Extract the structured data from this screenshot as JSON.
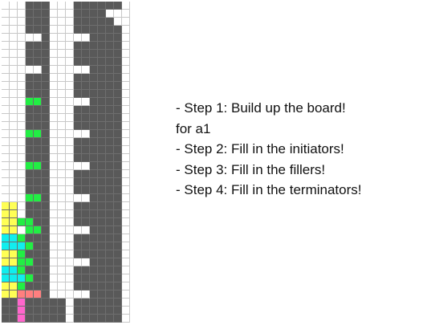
{
  "board": {
    "cols": 16,
    "rows": 40,
    "legend": {
      "w": "#ffffff",
      "d": "#595959",
      "g": "#22ee44",
      "y": "#ffff55",
      "c": "#11eeee",
      "s": "#ff7f7f",
      "m": "#ff66cc"
    },
    "grid": [
      "wwwdddwwwddddddw",
      "wwwdddwwwddddwww",
      "wwwdddwwwdddddww",
      "wwwdddwwwddddddw",
      "wwwwwdwwwwwddddw",
      "wwwdddwwwddddddw",
      "wwwdddwwwddddddw",
      "wwwdddwwwddddddw",
      "wwwwwdwwwwwddddw",
      "wwwdddwwwddddddw",
      "wwwdddwwwddddddw",
      "wwwdddwwwddddddw",
      "wwwggdwwwwwddddw",
      "wwwdddwwwddddddw",
      "wwwdddwwwddddddw",
      "wwwdddwwwddddddw",
      "wwwggdwwwwwddddw",
      "wwwdddwwwddddddw",
      "wwwdddwwwddddddw",
      "wwwdddwwwddddddw",
      "wwwggdwwwwwddddw",
      "wwwdddwwwddddddw",
      "wwwdddwwwddddddw",
      "wwwdddwwwddddddw",
      "wwwggdwwwwwddddw",
      "yywdddwwwddddddw",
      "yywdddwwwddddddw",
      "yyggddwwwddddddw",
      "yywggdwwwwwddddw",
      "ccgdddwwwddddddw",
      "cccgddwwwddddddw",
      "yygdddwwwddddddw",
      "yyggddwwwwwddddw",
      "ccgdddwwwddddddw",
      "cccgddwwwddddddw",
      "yygdddwwwddddddw",
      "yysssdwwwwwddddw",
      "ddmdddddwddddddw",
      "ddmdddddwddddddw",
      "ddmdddddwddddddw"
    ]
  },
  "instructions": [
    "- Step 1: Build up the board!",
    "for a1",
    "- Step 2: Fill in the initiators!",
    "- Step 3: Fill in the fillers!",
    "- Step 4: Fill in the terminators!"
  ]
}
